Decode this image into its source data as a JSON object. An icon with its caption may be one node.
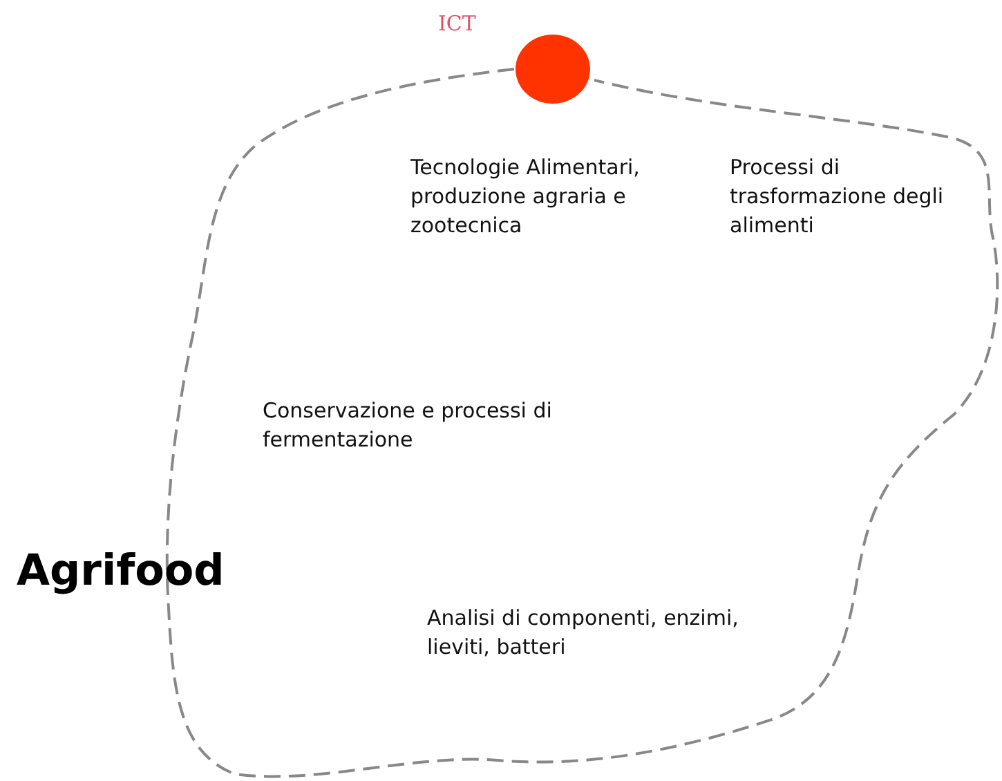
{
  "diagram": {
    "nodes": [
      {
        "text": [
          "Agrifood"
        ]
      },
      {
        "text": [],
        "shape": "circle",
        "beside": [
          "ICT"
        ]
      }
    ],
    "labels": [
      "Tecnologie Alimentari, produzione agraria e zootecnica",
      "Processi di trasformazione degli alimenti",
      "Conservazione e processi di fermentazione",
      "Analisi di componenti, enzimi, lieviti, batteri"
    ]
  }
}
